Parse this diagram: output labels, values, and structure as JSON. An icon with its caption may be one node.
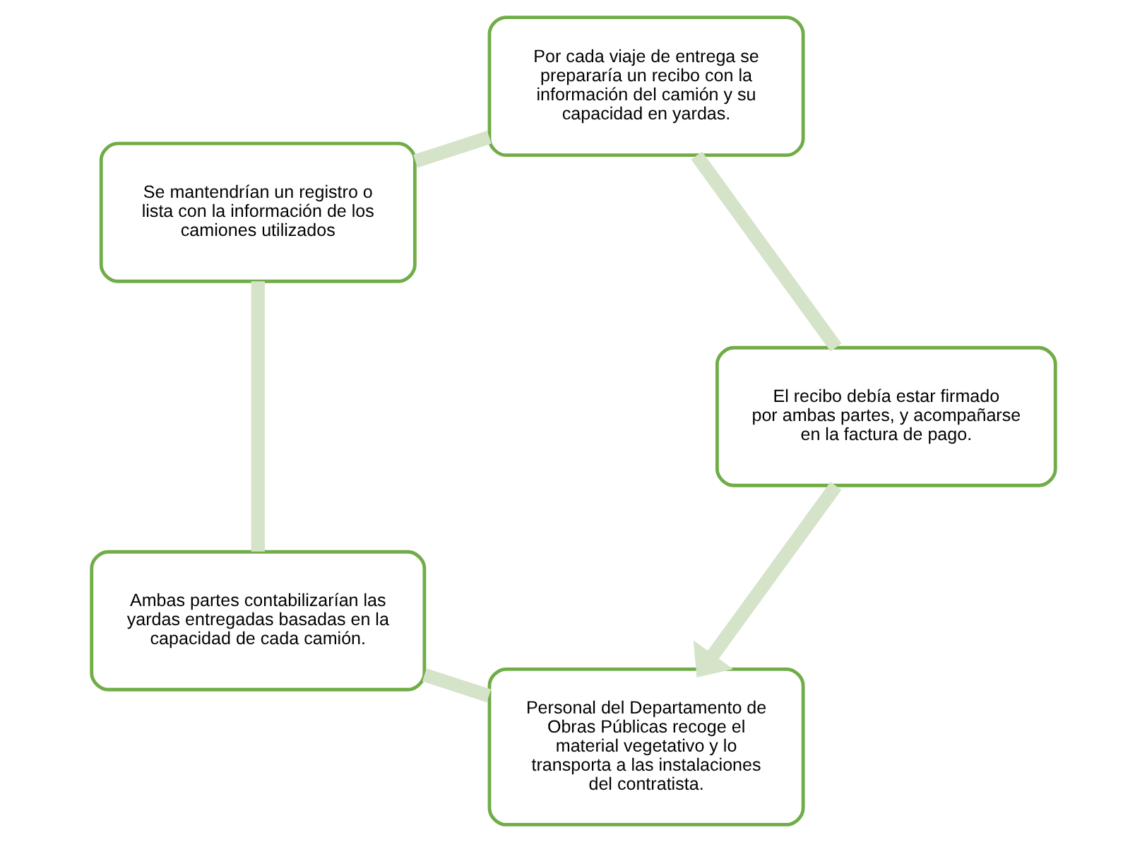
{
  "diagram": {
    "nodes": [
      {
        "text": [
          "Personal del Departamento de Obras Públicas recoge el material vegetativo y lo transporta a las instalaciones del contratista."
        ]
      },
      {
        "text": [
          "Ambas partes contabilizarían las yardas entregadas basadas en la capacidad de cada camión."
        ]
      },
      {
        "text": [
          "Se mantendrían un registro o lista con la información de los camiones utilizados"
        ]
      },
      {
        "text": [
          "Por cada viaje de entrega se prepararía un recibo con la información del camión y su capacidad en yardas."
        ]
      },
      {
        "text": [
          "El recibo debía estar firmado por ambas partes, y acompañarse en la factura de pago."
        ]
      }
    ],
    "edges": [
      {
        "from": 0,
        "to": 1,
        "arrow": "none"
      },
      {
        "from": 1,
        "to": 2,
        "arrow": "none"
      },
      {
        "from": 2,
        "to": 3,
        "arrow": "none"
      },
      {
        "from": 3,
        "to": 4,
        "arrow": "none"
      },
      {
        "from": 4,
        "to": 0,
        "arrow": "to"
      }
    ]
  }
}
